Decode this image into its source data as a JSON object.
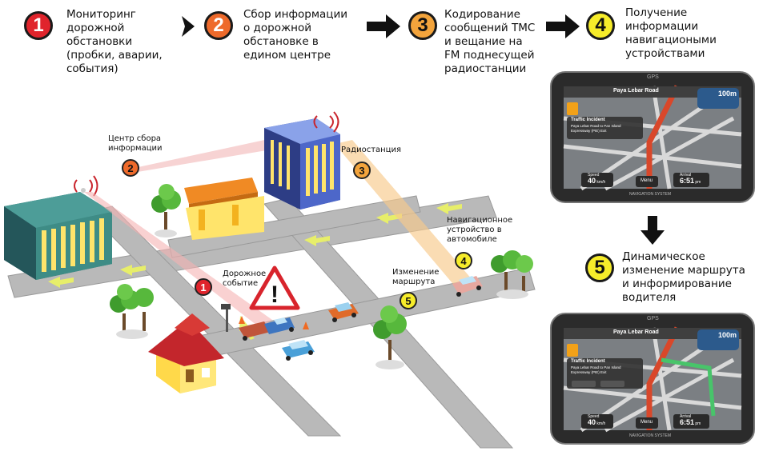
{
  "steps": [
    {
      "num": "1",
      "color": "#e0242c",
      "lines": [
        "Мониторинг",
        "дорожной",
        "обстановки",
        "(пробки, аварии,",
        "события)"
      ]
    },
    {
      "num": "2",
      "color": "#ee6a2b",
      "lines": [
        "Сбор информации",
        "о дорожной",
        "обстановке в",
        "едином центре"
      ]
    },
    {
      "num": "3",
      "color": "#f3a43c",
      "lines": [
        "Кодирование",
        "сообщений TMC",
        "и вещание на",
        "FM поднесущей",
        "радиостанции"
      ]
    },
    {
      "num": "4",
      "color": "#f6ec2a",
      "lines": [
        "Получение",
        "информации",
        "навигациоными",
        "устройствами"
      ]
    },
    {
      "num": "5",
      "color": "#f6ec2a",
      "lines": [
        "Динамическое",
        "изменение маршрута",
        "и информирование",
        "водителя"
      ]
    }
  ],
  "map": {
    "center_label": [
      "Центр сбора",
      "информации"
    ],
    "radio_label": "Радиостанция",
    "nav_label": [
      "Навигационное",
      "устройство в",
      "автомобиле"
    ],
    "route_label": [
      "Изменение",
      "маршрута"
    ],
    "event_label": [
      "Дорожное",
      "событие"
    ],
    "warning_symbol": "!",
    "markers": [
      {
        "num": "1",
        "color": "#e0242c"
      },
      {
        "num": "2",
        "color": "#ee6a2b"
      },
      {
        "num": "3",
        "color": "#f3a43c"
      },
      {
        "num": "4",
        "color": "#f6ec2a"
      },
      {
        "num": "5",
        "color": "#f6ec2a"
      }
    ]
  },
  "gps": {
    "brand": "GPS",
    "road": "Paya Lebar Road",
    "distance": "100m",
    "incident_title": "Traffic Incident",
    "incident_text": [
      "Paya Lebar Road to Pan Island",
      "Expressway (PIE) Exit"
    ],
    "speed_label": "Speed",
    "speed_value": "40",
    "speed_unit": "km/h",
    "menu_label": "Menu",
    "arrival_label": "Arrival",
    "arrival_value": "6:51",
    "arrival_unit": "pm",
    "footer": "NAVIGATION SYSTEM"
  },
  "colors": {
    "road": "#b9b9b9",
    "road_arrow": "#e7ee6a",
    "grass": "#f2f2f2"
  }
}
